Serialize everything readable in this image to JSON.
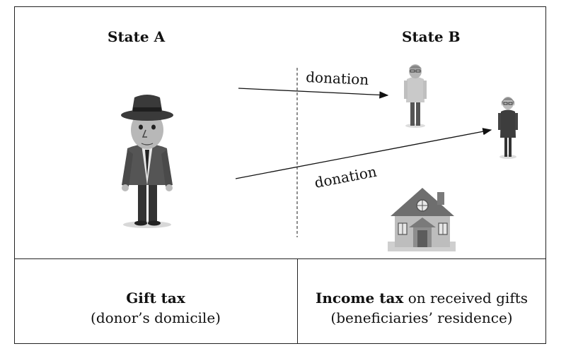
{
  "states": {
    "a": "State A",
    "b": "State B"
  },
  "flows": [
    {
      "label": "donation",
      "from": "donor",
      "to": "beneficiary-man"
    },
    {
      "label": "donation",
      "from": "donor",
      "to": "beneficiary-woman"
    }
  ],
  "bottom": {
    "left": {
      "bold": "Gift tax",
      "sub": "(donor’s domicile)"
    },
    "right": {
      "bold": "Income tax",
      "rest": " on received gifts",
      "sub": "(beneficiaries’ residence)"
    }
  }
}
